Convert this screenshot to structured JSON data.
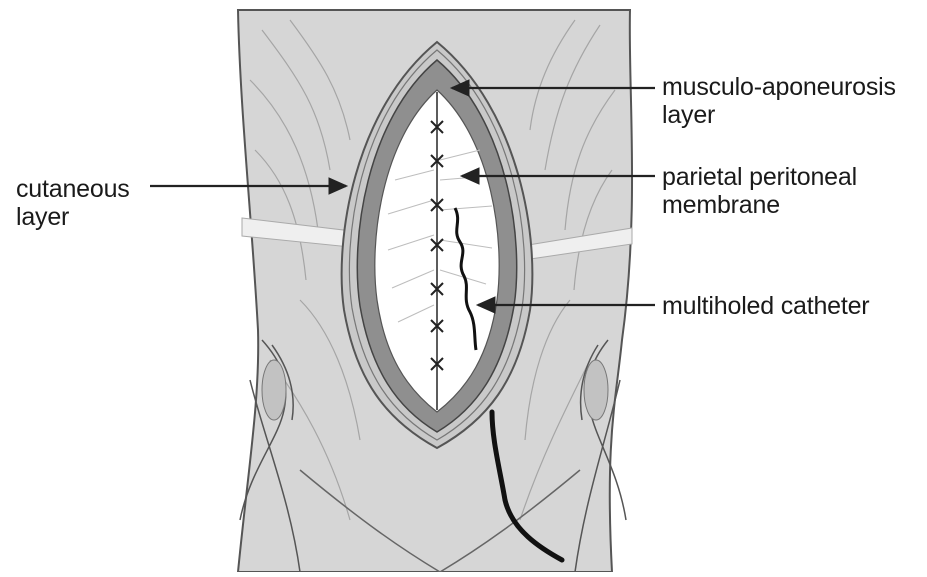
{
  "labels": {
    "musculo_aponeurosis": {
      "line1": "musculo-aponeurosis",
      "line2": "layer"
    },
    "parietal_peritoneal": {
      "line1": "parietal peritoneal",
      "line2": "membrane"
    },
    "multiholed_catheter": {
      "line1": "multiholed catheter"
    },
    "cutaneous": {
      "line1": "cutaneous",
      "line2": "layer"
    }
  },
  "colors": {
    "skin": "#d4d4d4",
    "skin_dark": "#b5b5b5",
    "muscle_layer": "#8e8e8e",
    "peritoneum": "#ffffff",
    "line": "#2a2a2a",
    "catheter": "#111111"
  }
}
